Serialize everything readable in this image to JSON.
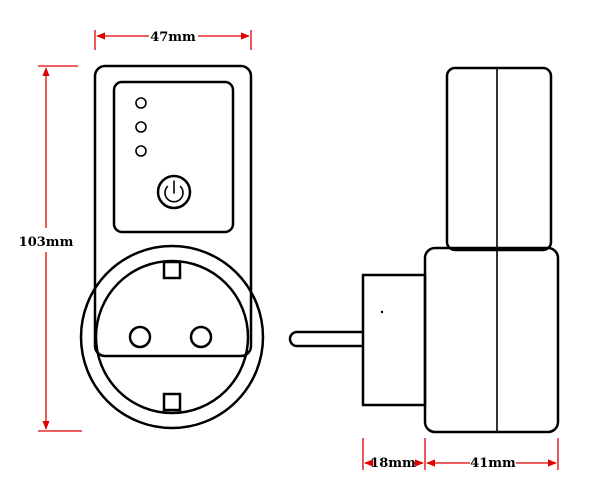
{
  "dimensions": {
    "width_front": "47mm",
    "height_front": "103mm",
    "plug_depth": "18mm",
    "body_depth": "41mm"
  },
  "colors": {
    "dimension_line": "#e00000",
    "outline": "#000000",
    "background": "#ffffff"
  },
  "icons": {
    "power_button": "power-icon",
    "indicator_leds": "led-indicator-icon"
  }
}
